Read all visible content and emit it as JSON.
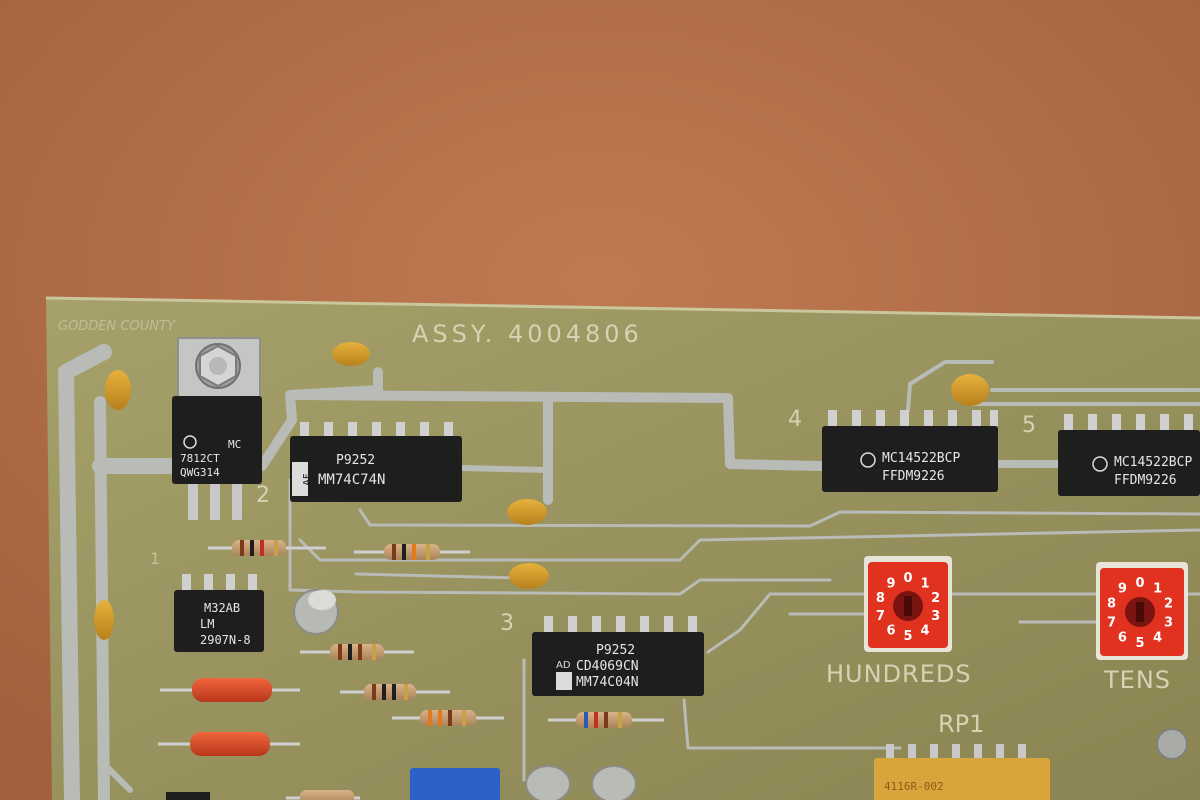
{
  "board": {
    "maker_text": "GODDEN COUNTY",
    "assembly_label": "ASSY. 4004806",
    "ref_numbers": [
      "1",
      "2",
      "3",
      "4",
      "5"
    ],
    "dial_labels": {
      "hundreds": "HUNDREDS",
      "tens": "TENS"
    },
    "resistor_pack_label": "RP1",
    "dial_digits": [
      "0",
      "1",
      "2",
      "3",
      "4",
      "5",
      "6",
      "7",
      "8",
      "9"
    ]
  },
  "chips": {
    "regulator": {
      "line1": "MC",
      "line2": "7812CT",
      "line3": "QWG314"
    },
    "u2": {
      "code": "P9252",
      "side": "AF",
      "part": "MM74C74N"
    },
    "u3": {
      "code": "P9252",
      "side": "AD",
      "part1": "CD4069CN",
      "part2": "MM74C04N"
    },
    "u1": {
      "line1": "M32AB",
      "line2": "LM",
      "line3": "2907N-8"
    },
    "u4": {
      "part": "MC14522BCP",
      "code": "FFDM9226"
    },
    "u5": {
      "part": "MC14522BCP",
      "code": "FFDM9226"
    },
    "rp1": {
      "text": "4116R-002"
    }
  },
  "colors": {
    "table": "#b5704a",
    "pcb": "#9c9663",
    "trace": "#b9bcb8",
    "chip": "#1e1e1e",
    "dial": "#e0321f",
    "capacitor": "#d19a2a"
  }
}
